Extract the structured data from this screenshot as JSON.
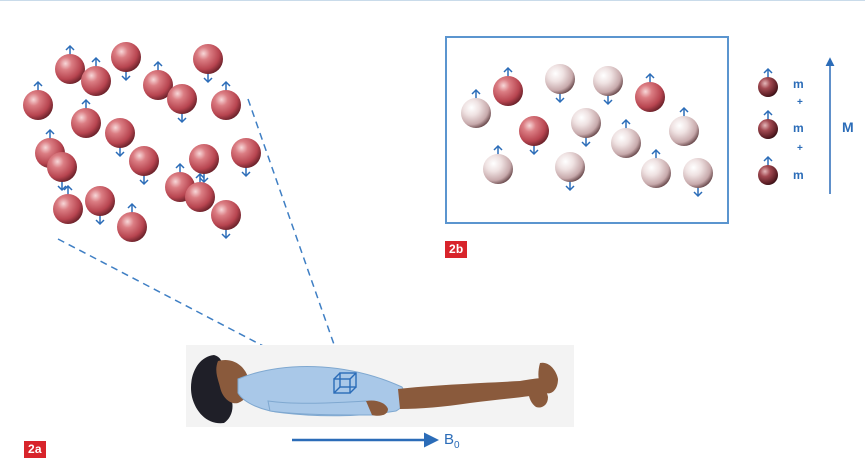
{
  "figure": {
    "badges": {
      "top_right": "2b",
      "bottom_left": "2a"
    },
    "spin_labels": {
      "moment": "m",
      "plus": "+"
    },
    "net_magnetization_label": "M",
    "field_label": {
      "base": "B",
      "subscript": "0"
    },
    "colors": {
      "accent_blue": "#2b6cb8",
      "badge_red": "#d8242b",
      "proton_red": "#cf5f66",
      "proton_pale": "#e8d6d6",
      "panel_border": "#5b95cf",
      "patient_gown": "#a9c8e8",
      "patient_skin": "#8a5a3c",
      "patient_hair": "#1f1f28"
    },
    "icons": [
      "proton-sphere-icon",
      "spin-arrow-icon",
      "patient-illustration",
      "voxel-cube-icon"
    ]
  }
}
